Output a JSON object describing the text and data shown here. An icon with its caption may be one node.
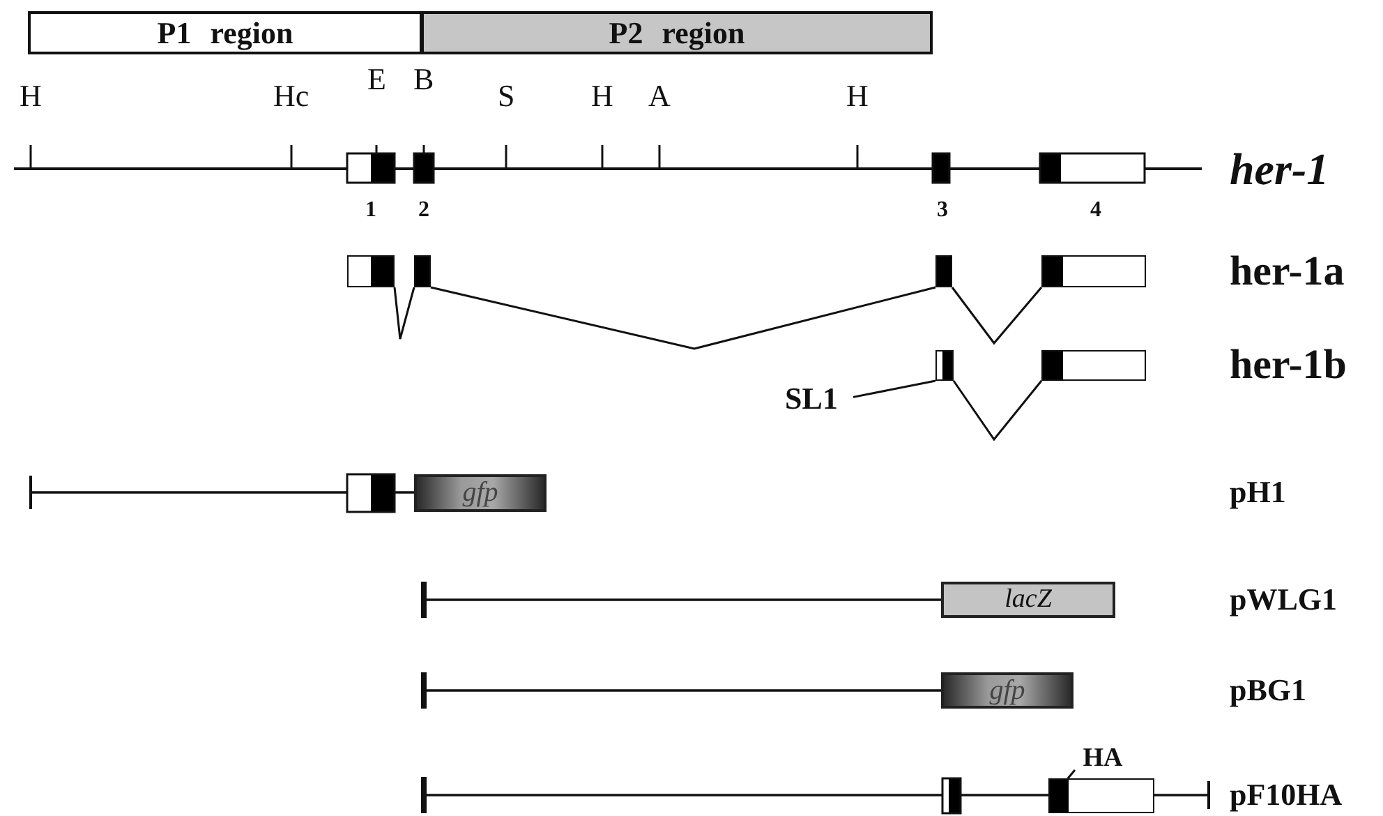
{
  "diagram": {
    "nodes": [
      {
        "text": [
          "P1 region"
        ]
      },
      {
        "text": [
          "P2 region"
        ]
      },
      {
        "text": [],
        "shape": "box"
      },
      {
        "text": [],
        "shape": "box"
      },
      {
        "text": [],
        "shape": "box"
      },
      {
        "text": [],
        "shape": "box"
      },
      {
        "text": [
          "SL1"
        ]
      },
      {
        "text": [],
        "shape": "box"
      },
      {
        "text": [],
        "shape": "box"
      },
      {
        "text": [
          "gfp"
        ]
      },
      {
        "text": [
          "lacZ"
        ]
      },
      {
        "text": [
          "gfp"
        ]
      },
      {
        "text": [
          "HA"
        ]
      },
      {
        "text": [],
        "shape": "box"
      }
    ],
    "edges": [
      {
        "from": 2,
        "to": 3,
        "arrow": "none"
      },
      {
        "from": 3,
        "to": 4,
        "arrow": "none"
      },
      {
        "from": 4,
        "to": 5,
        "arrow": "none"
      },
      {
        "from": 6,
        "to": 7,
        "arrow": "none"
      },
      {
        "from": 7,
        "to": 8,
        "arrow": "none"
      },
      {
        "from": 12,
        "to": 13,
        "arrow": "none"
      }
    ],
    "labels": [
      "H",
      "Hc",
      "E",
      "B",
      "S",
      "H",
      "A",
      "H",
      "her-1",
      "1",
      "2",
      "3",
      "4",
      "her-1a",
      "her-1b",
      "pH1",
      "pWLG1",
      "pBG1",
      "pF10HA"
    ]
  }
}
